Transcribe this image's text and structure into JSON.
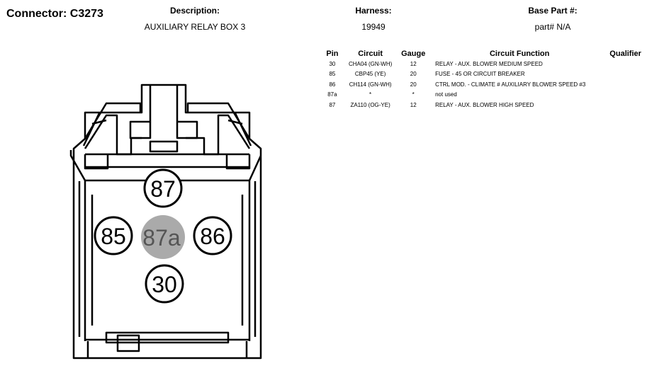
{
  "connector": {
    "label": "Connector:",
    "id": "C3273"
  },
  "description": {
    "label": "Description:",
    "value": "AUXILIARY RELAY BOX 3"
  },
  "harness": {
    "label": "Harness:",
    "value": "19949"
  },
  "base_part": {
    "label": "Base Part #:",
    "value": "part# N/A"
  },
  "table": {
    "headers": {
      "pin": "Pin",
      "circuit": "Circuit",
      "gauge": "Gauge",
      "function": "Circuit Function",
      "qualifier": "Qualifier"
    },
    "rows": [
      {
        "pin": "30",
        "circuit": "CHA04 (GN-WH)",
        "gauge": "12",
        "function": "RELAY - AUX. BLOWER MEDIUM SPEED",
        "qualifier": ""
      },
      {
        "pin": "85",
        "circuit": "CBP45 (YE)",
        "gauge": "20",
        "function": "FUSE - 45 OR CIRCUIT BREAKER",
        "qualifier": ""
      },
      {
        "pin": "86",
        "circuit": "CH114 (GN-WH)",
        "gauge": "20",
        "function": "CTRL MOD. - CLIMATE # AUXILIARY BLOWER SPEED #3",
        "qualifier": ""
      },
      {
        "pin": "87a",
        "circuit": "*",
        "gauge": "*",
        "function": "not used",
        "qualifier": ""
      },
      {
        "pin": "87",
        "circuit": "ZA110 (OG-YE)",
        "gauge": "12",
        "function": "RELAY - AUX. BLOWER HIGH SPEED",
        "qualifier": ""
      }
    ]
  },
  "pins": {
    "p87": "87",
    "p85": "85",
    "p87a": "87a",
    "p86": "86",
    "p30": "30"
  },
  "colors": {
    "unused_pin_fill": "#aaaaaa",
    "unused_pin_text": "#555555"
  }
}
